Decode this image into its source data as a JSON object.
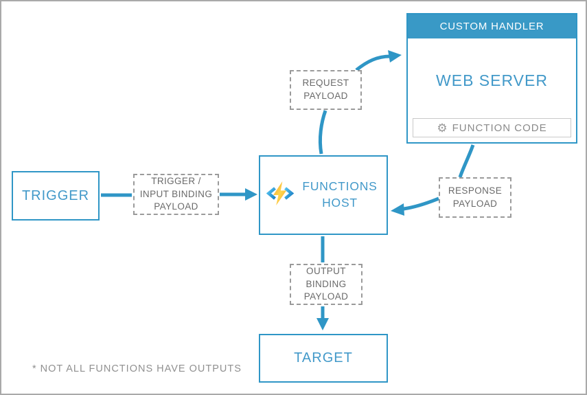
{
  "diagram": {
    "trigger": {
      "label": "TRIGGER"
    },
    "trigger_payload": {
      "lines": [
        "TRIGGER /",
        "INPUT BINDING",
        "PAYLOAD"
      ]
    },
    "functions_host": {
      "label": "FUNCTIONS HOST",
      "icon": "azure-functions-icon"
    },
    "request_payload": {
      "lines": [
        "REQUEST",
        "PAYLOAD"
      ]
    },
    "custom_handler": {
      "header": "CUSTOM HANDLER",
      "web_server": "WEB SERVER",
      "function_code": "FUNCTION CODE",
      "gear_icon": "⚙"
    },
    "response_payload": {
      "lines": [
        "RESPONSE",
        "PAYLOAD"
      ]
    },
    "output_payload": {
      "lines": [
        "OUTPUT",
        "BINDING",
        "PAYLOAD"
      ]
    },
    "target": {
      "label": "TARGET"
    },
    "footnote": "* NOT ALL FUNCTIONS HAVE OUTPUTS"
  },
  "colors": {
    "accent_blue": "#2f96c6",
    "header_blue": "#3999c6",
    "text_blue": "#4299c9",
    "dashed_gray": "#9a9a9a",
    "label_gray": "#6a6a6a",
    "note_gray": "#909090",
    "bolt_orange": "#f7a028",
    "bolt_yellow": "#ffd64e"
  }
}
